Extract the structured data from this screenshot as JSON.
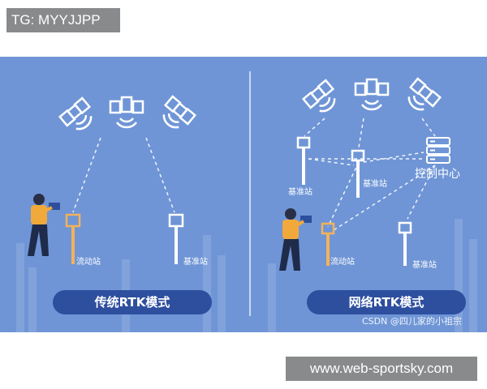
{
  "top_tag": "TG: MYYJJPP",
  "bottom_tag": "www.web-sportsky.com",
  "left_panel": {
    "title": "传统RTK模式",
    "rover_label": "流动站",
    "base_label": "基准站"
  },
  "right_panel": {
    "title": "网络RTK模式",
    "base_label_1": "基准站",
    "base_label_2": "基准站",
    "base_label_3": "基准站",
    "rover_label": "流动站",
    "control_center_label": "控制中心"
  },
  "watermark": "CSDN @四儿家的小祖宗",
  "colors": {
    "panel_bg": "#6f95d6",
    "pill_bg": "#2e4f9e",
    "person_shirt": "#f2a93b",
    "person_pants": "#1f2b4a",
    "station": "#ffffff",
    "rover_station": "#f2b25a"
  }
}
